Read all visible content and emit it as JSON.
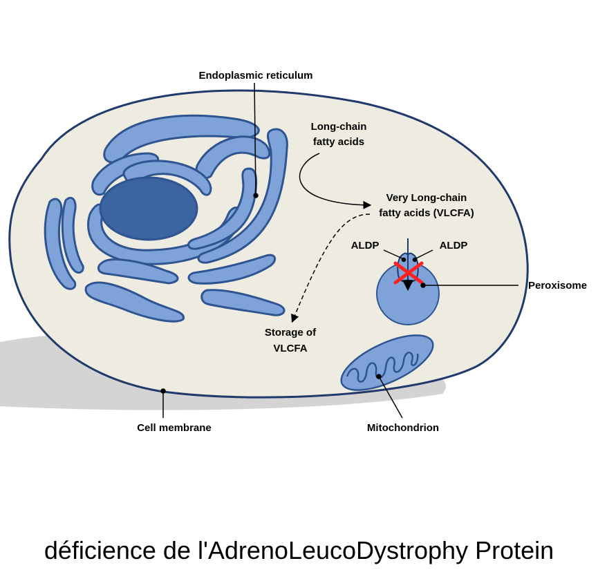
{
  "labels": {
    "endoplasmic_reticulum": "Endoplasmic reticulum",
    "long_chain_1": "Long-chain",
    "long_chain_2": "fatty acids",
    "vlcfa_1": "Very Long-chain",
    "vlcfa_2": "fatty acids (VLCFA)",
    "aldp_left": "ALDP",
    "aldp_right": "ALDP",
    "peroxisome": "Peroxisome",
    "storage_1": "Storage of",
    "storage_2": "VLCFA",
    "cell_membrane": "Cell membrane",
    "mitochondrion": "Mitochondrion"
  },
  "caption": "déficience de l'AdrenoLeucoDystrophy Protein",
  "colors": {
    "cytoplasm": "#eeebe1",
    "membrane": "#1f3a6b",
    "organelle_fill": "#7fa3d8",
    "organelle_stroke": "#2e5591",
    "nucleus": "#3b64a0",
    "block_mark": "#ff2020",
    "shadow": "#d4d4d4"
  }
}
